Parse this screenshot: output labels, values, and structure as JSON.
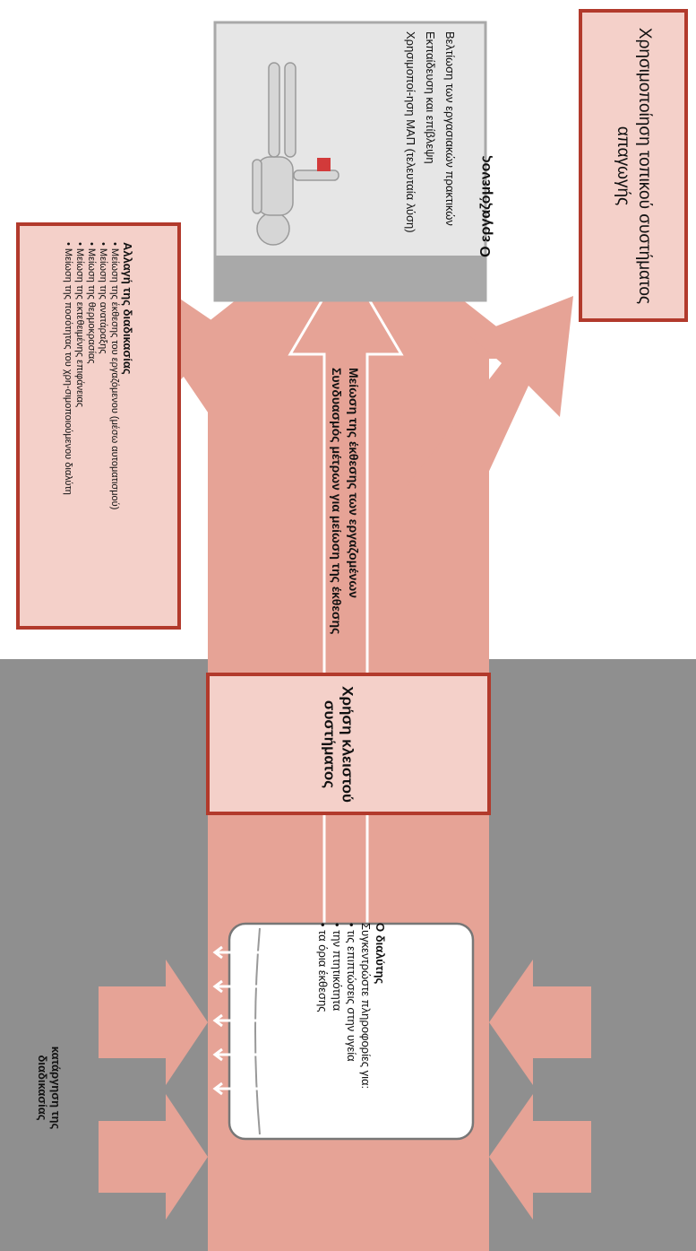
{
  "colors": {
    "arrow_fill": "#e6a396",
    "band_gray": "#8f8f8f",
    "box_border": "#b23a2c",
    "box_fill": "#f4d0c9",
    "worker_box_fill": "#e6e6e6",
    "worker_header": "#a9a9a9"
  },
  "elimination": {
    "label": "κατάργηση της διαδικασίας"
  },
  "solvent": {
    "title": "Ο διαλύτης",
    "intro": "Συγκεντρώστε πληροφορίες για:",
    "items": [
      "τις επιπτώσεις στην υγεία",
      "την πτητικότητα",
      "τα όρια έκθεσης"
    ]
  },
  "closed_system": {
    "label": "Χρήση κλειστού συστήματος"
  },
  "main_arrow": {
    "line1": "Μείωση της έκθεσης των εργαζομένων",
    "line2": "Συνδυασμός μέτρων για μείωση της έκθεσης"
  },
  "process_change": {
    "title": "Αλλαγή της διαδικασίας",
    "items": [
      "Μείωση της έκθεσης του εργαζόμενου (μέσω αυτοματισμού)",
      "Μείωση της ανατάραξης",
      "Μείωση της θερμοκρασίας",
      "Μείωση της εκτεθειμένης επιφάνειας",
      "Μείωση της ποσότητας του χρη-σιμοποιούμενου διαλύτη"
    ]
  },
  "worker": {
    "title": "Ο εργαζόμενος",
    "lines": [
      "Βελτίωση των εργασιακών πρακτικών",
      "Εκπαίδευση και επίβλεψη",
      "Χρησιμοποί-ηση ΜΑΠ (τελευταία λύση)"
    ]
  },
  "local_exhaust": {
    "label": "Χρησιμοποίηση τοπικού συστήματος απαγωγής"
  }
}
